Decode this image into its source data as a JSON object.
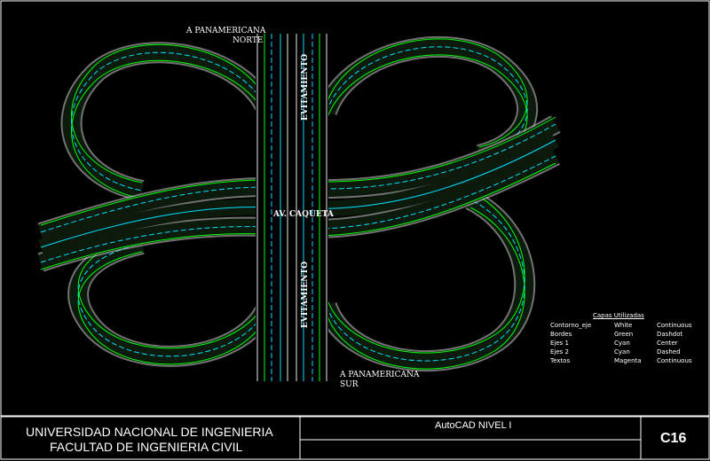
{
  "drawing": {
    "labels": {
      "norte_line1": "A PANAMERICANA",
      "norte_line2": "NORTE",
      "sur_line1": "A PANAMERICANA",
      "sur_line2": "SUR",
      "av_caqueta": "AV. CAQUETA",
      "evitamiento_top": "EVITAMIENTO",
      "evitamiento_bottom": "EVITAMIENTO"
    },
    "colors": {
      "background": "#000000",
      "border": "#00ff00",
      "axis": "#00e0ff",
      "frame": "#ffffff"
    }
  },
  "legend": {
    "title": "Capas Utilizadas",
    "rows": [
      [
        "Contorno_eje",
        "White",
        "Continuous"
      ],
      [
        "Bordes",
        "Green",
        "Dashdot"
      ],
      [
        "Ejes 1",
        "Cyan",
        "Center"
      ],
      [
        "Ejes 2",
        "Cyan",
        "Dashed"
      ],
      [
        "Textos",
        "Magenta",
        "Continuous"
      ]
    ]
  },
  "title_block": {
    "university": "UNIVERSIDAD NACIONAL DE INGENIERIA",
    "faculty": "FACULTAD DE INGENIERIA CIVIL",
    "course": "AutoCAD NIVEL I",
    "sheet": "C16"
  }
}
